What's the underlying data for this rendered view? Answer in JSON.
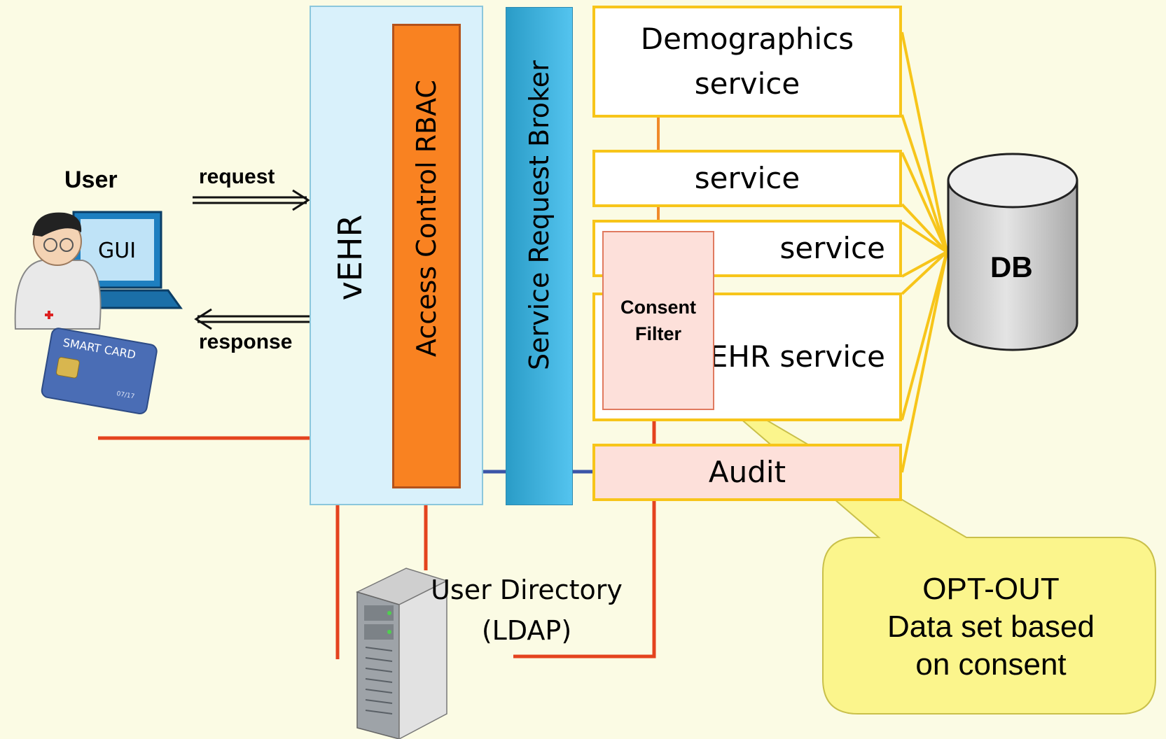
{
  "user": {
    "label": "User",
    "gui_label": "GUI",
    "smart_card_text": "SMART CARD",
    "card_date": "07/17"
  },
  "arrows": {
    "request": "request",
    "response": "response"
  },
  "layers": {
    "vehr": "vEHR",
    "access_control": "Access Control RBAC",
    "broker": "Service Request Broker"
  },
  "services": {
    "demographics": {
      "line1": "Demographics",
      "line2": "service"
    },
    "service_a": "service",
    "service_b": "service",
    "ehr": "EHR service",
    "audit": "Audit"
  },
  "consent_filter": {
    "line1": "Consent",
    "line2": "Filter"
  },
  "db": {
    "label": "DB"
  },
  "user_directory": {
    "line1": "User Directory",
    "line2": "(LDAP)"
  },
  "callout": {
    "line1": "OPT-OUT",
    "line2": "Data set based",
    "line3": "on consent"
  },
  "colors": {
    "background": "#fbfbe4",
    "vehr_fill": "#d9f1fb",
    "rbac_fill": "#f98221",
    "broker_fill": "#3aaedc",
    "service_border": "#f7c51a",
    "consent_fill": "#fde0da",
    "red_wire": "#e4431e",
    "blue_wire": "#3b55a8",
    "callout_fill": "#fbf58c"
  }
}
